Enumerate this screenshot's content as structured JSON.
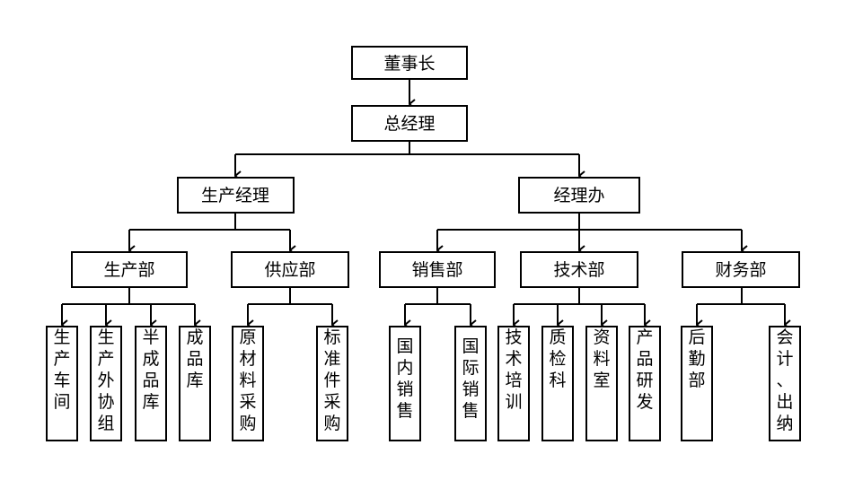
{
  "org_chart": {
    "chairman": "董事长",
    "general_manager": "总经理",
    "production_manager": "生产经理",
    "manager_office": "经理办",
    "production_dept": "生产部",
    "supply_dept": "供应部",
    "sales_dept": "销售部",
    "tech_dept": "技术部",
    "finance_dept": "财务部",
    "workshop": "生产车间",
    "outsourcing_group": "生产外协组",
    "semi_finished_warehouse": "半成品库",
    "finished_warehouse": "成品库",
    "raw_material_purchasing": "原材料采购",
    "standard_parts_purchasing": "标准件采购",
    "domestic_sales": "国内销售",
    "international_sales": "国际销售",
    "tech_training": "技术培训",
    "quality_inspection": "质检科",
    "data_room": "资料室",
    "product_rd": "产品研发",
    "logistics": "后勤部",
    "accounting_cashier": "会计、出纳"
  }
}
